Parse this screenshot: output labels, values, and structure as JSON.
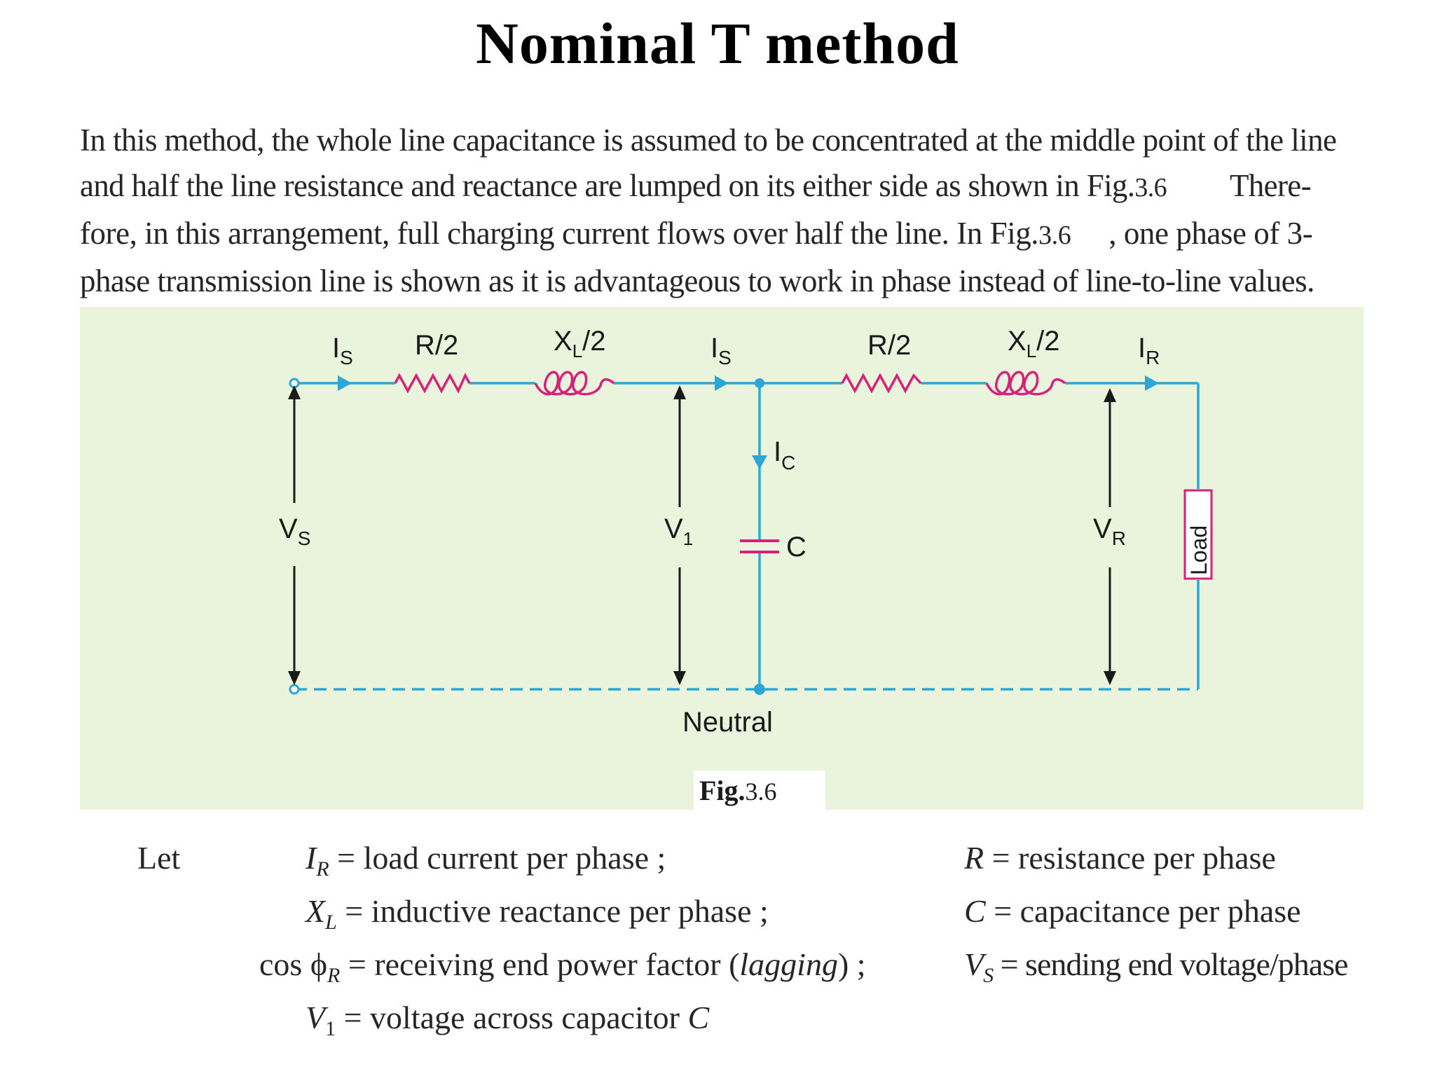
{
  "title": "Nominal T method",
  "paragraph": {
    "line1": "In this method, the whole line capacitance is assumed to be concentrated at the middle point of the line",
    "line2a": "and half the line resistance and reactance are lumped on its either side as shown in Fig.",
    "line2ref": "3.6",
    "line2b": "There-",
    "line3a": "fore, in this arrangement, full charging current flows over half the line.  In Fig.",
    "line3ref": "3.6",
    "line3b": ", one phase of 3-",
    "line4": "phase transmission line is shown as it is advantageous to work in phase instead of line-to-line values."
  },
  "figure": {
    "caption_prefix": "Fig.",
    "caption_number": "3.6",
    "labels": {
      "is_left": "I",
      "is_left_sub": "S",
      "r_left": "R/2",
      "xl_left": "X",
      "xl_left_sub": "L",
      "xl_left_suffix": "/2",
      "is_mid": "I",
      "is_mid_sub": "S",
      "r_right": "R/2",
      "xl_right": "X",
      "xl_right_sub": "L",
      "xl_right_suffix": "/2",
      "ir": "I",
      "ir_sub": "R",
      "ic": "I",
      "ic_sub": "C",
      "vs": "V",
      "vs_sub": "S",
      "v1": "V",
      "v1_sub": "1",
      "c": "C",
      "vr": "V",
      "vr_sub": "R",
      "load": "Load",
      "neutral": "Neutral"
    },
    "colors": {
      "wire": "#2aa7d6",
      "component": "#d6217a",
      "arrow": "#1a1a1a",
      "background": "#eaf3dc"
    }
  },
  "definitions": {
    "let": "Let",
    "items": [
      {
        "symbol": "I",
        "sub": "R",
        "prefix": "",
        "text": "= load current per phase ;"
      },
      {
        "symbol": "X",
        "sub": "L",
        "prefix": "",
        "text": "= inductive reactance per phase ;"
      },
      {
        "symbol": "ϕ",
        "sub": "R",
        "prefix": "cos ",
        "text": "= receiving end power factor (",
        "italic": "lagging",
        "after": ") ;"
      },
      {
        "symbol": "V",
        "sub": "1",
        "prefix": "",
        "text": "= voltage across capacitor ",
        "trail": "C"
      }
    ],
    "right_items": [
      {
        "symbol": "R",
        "sub": "",
        "text": " = resistance per phase"
      },
      {
        "symbol": "C",
        "sub": "",
        "text": " = capacitance per phase"
      },
      {
        "symbol": "V",
        "sub": "S",
        "text": " = sending end voltage/phase"
      }
    ]
  }
}
